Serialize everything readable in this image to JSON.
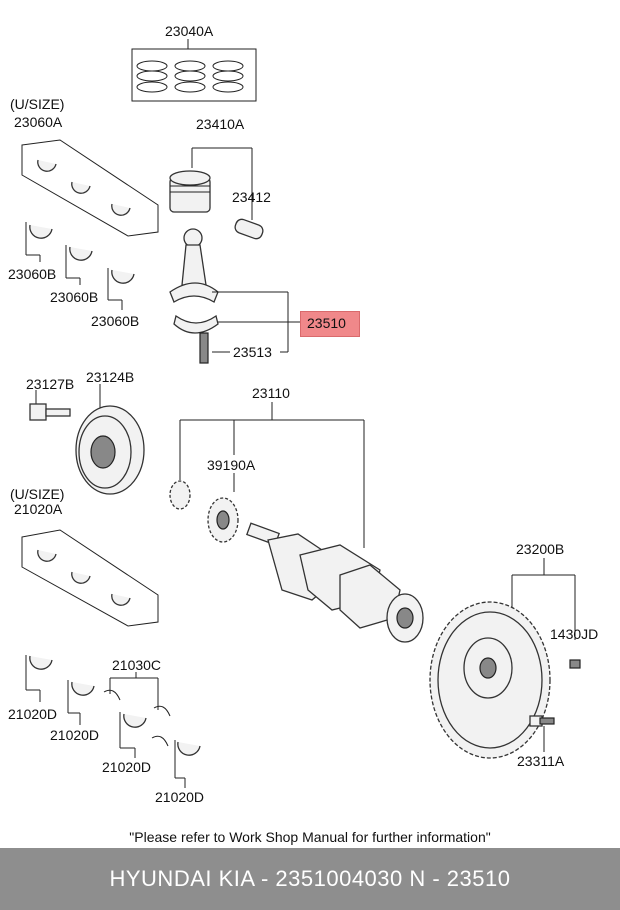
{
  "labels": {
    "piston_rings": "23040A",
    "usize_1": "(U/SIZE)",
    "rod_bearing_set": "23060A",
    "piston": "23410A",
    "pin": "23412",
    "rod_b1": "23060B",
    "rod_b2": "23060B",
    "rod_b3": "23060B",
    "conrod": "23510",
    "rod_bolt": "23513",
    "pulley_bolt": "23127B",
    "pulley": "23124B",
    "crankshaft": "23110",
    "sprocket": "39190A",
    "usize_2": "(U/SIZE)",
    "main_bearing_set": "21020A",
    "flywheel": "23200B",
    "flywheel_bolt": "1430JD",
    "thrust": "21030C",
    "main_d1": "21020D",
    "main_d2": "21020D",
    "main_d3": "21020D",
    "main_d4": "21020D",
    "flywheel_bolt2": "23311A"
  },
  "note": "\"Please refer to Work Shop Manual for further information\"",
  "footer": "HYUNDAI  KIA - 2351004030     N - 23510",
  "colors": {
    "highlight": "#f0888a",
    "footer_bg": "#8e8e8e"
  }
}
